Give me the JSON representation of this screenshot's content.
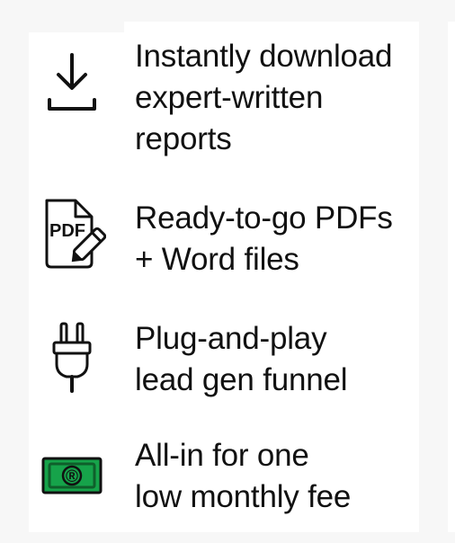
{
  "features": [
    {
      "icon": "download-icon",
      "lines": [
        "Instantly download",
        "expert-written",
        "reports"
      ]
    },
    {
      "icon": "pdf-file-icon",
      "icon_text": "PDF",
      "lines": [
        "Ready-to-go PDFs",
        "+ Word files"
      ]
    },
    {
      "icon": "plug-icon",
      "lines": [
        "Plug-and-play",
        "lead gen funnel"
      ]
    },
    {
      "icon": "money-icon",
      "icon_text": "®",
      "lines": [
        "All-in for one",
        "low monthly fee"
      ]
    }
  ],
  "colors": {
    "text": "#111111",
    "icon_stroke": "#111111",
    "money_green": "#16a34a",
    "money_dark": "#0f5f2b",
    "page_background": "#f7f7f7",
    "panel_background": "#ffffff"
  }
}
